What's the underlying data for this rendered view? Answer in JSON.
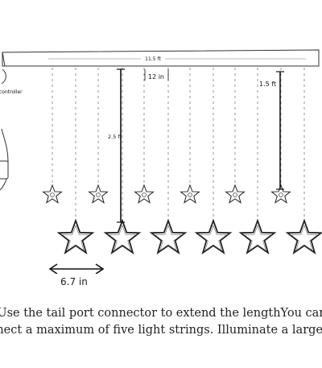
{
  "labels": {
    "total_length": "11.5 ft",
    "spacing": "12 in",
    "short_drop": "1.5 ft",
    "long_drop": "2.5 ft",
    "controller": "controller",
    "star_size": "6.7 in"
  },
  "caption": {
    "line1": "Use the tail port connector to extend the lengthYou can",
    "line2": "nnect a maximum of five light strings. Illuminate a larger spa"
  }
}
